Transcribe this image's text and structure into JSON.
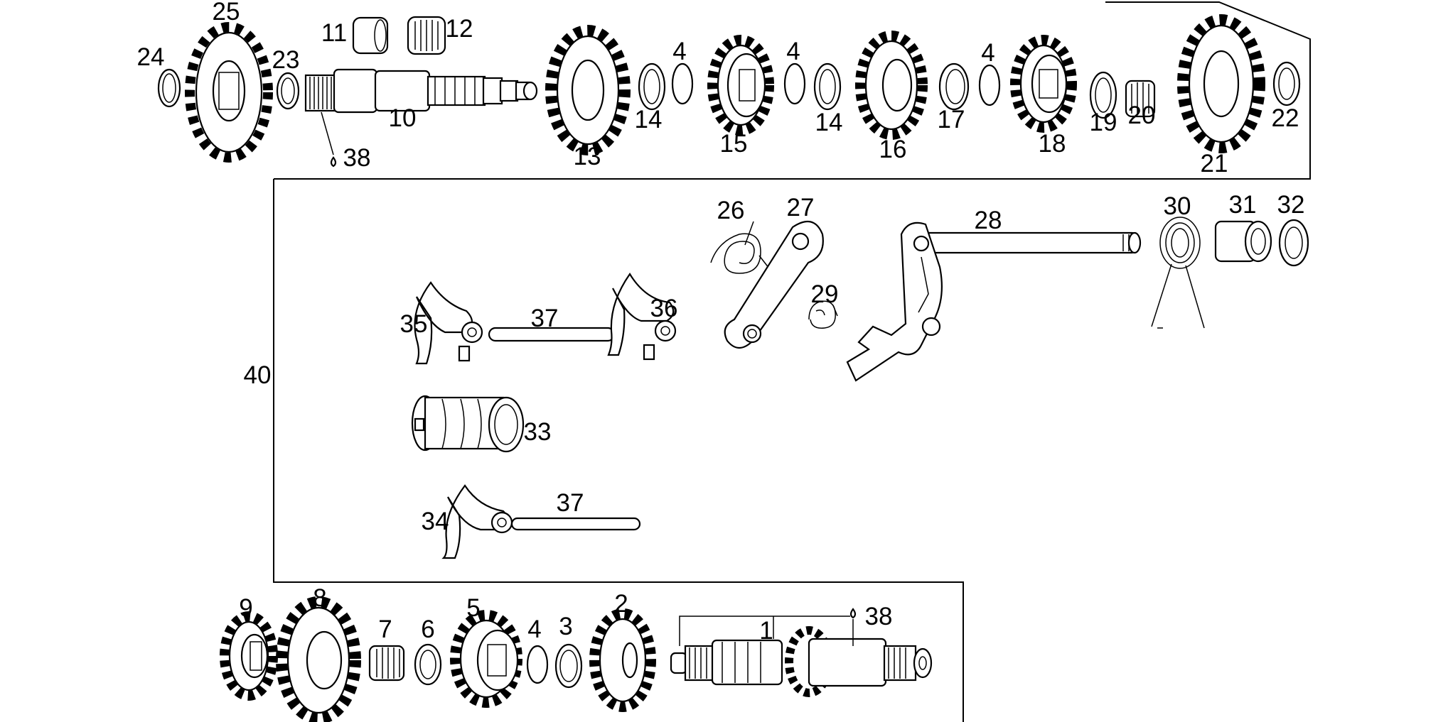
{
  "colors": {
    "ink": "#000000",
    "paper": "#ffffff"
  },
  "labels": {
    "l1": "1",
    "l2": "2",
    "l3": "3",
    "l4a": "4",
    "l4b": "4",
    "l4c": "4",
    "l4d": "4",
    "l5": "5",
    "l6": "6",
    "l7": "7",
    "l8": "8",
    "l9": "9",
    "l10": "10",
    "l11": "11",
    "l12": "12",
    "l13": "13",
    "l14a": "14",
    "l14b": "14",
    "l15": "15",
    "l16": "16",
    "l17": "17",
    "l18": "18",
    "l19": "19",
    "l20": "20",
    "l21": "21",
    "l22": "22",
    "l23": "23",
    "l24": "24",
    "l25": "25",
    "l26": "26",
    "l27": "27",
    "l28": "28",
    "l29": "29",
    "l30": "30",
    "l31": "31",
    "l32": "32",
    "l33": "33",
    "l34": "34",
    "l35": "35",
    "l36": "36",
    "l37a": "37",
    "l37b": "37",
    "l38a": "38",
    "l38b": "38",
    "l40": "40"
  }
}
